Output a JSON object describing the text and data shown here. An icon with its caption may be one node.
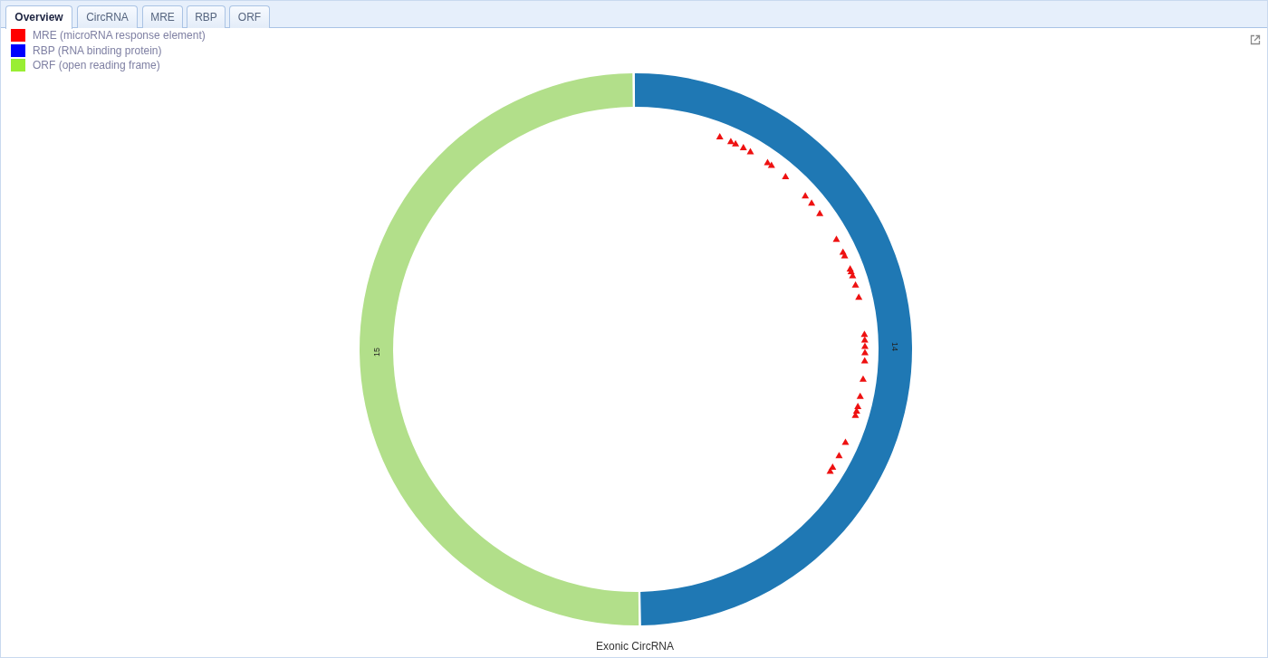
{
  "diagram": {
    "caption": "Exonic CircRNA",
    "nodes": [
      {
        "text": [
          "14"
        ]
      },
      {
        "text": [
          "15"
        ]
      }
    ],
    "labels": [
      "Overview",
      "CircRNA",
      "MRE",
      "RBP",
      "ORF"
    ],
    "legend": [
      {
        "text": "MRE (microRNA response element)",
        "color": "#ff0000"
      },
      {
        "text": "RBP (RNA binding protein)",
        "color": "#0000ff"
      },
      {
        "text": "ORF (open reading frame)",
        "color": "#99ee33"
      }
    ]
  }
}
